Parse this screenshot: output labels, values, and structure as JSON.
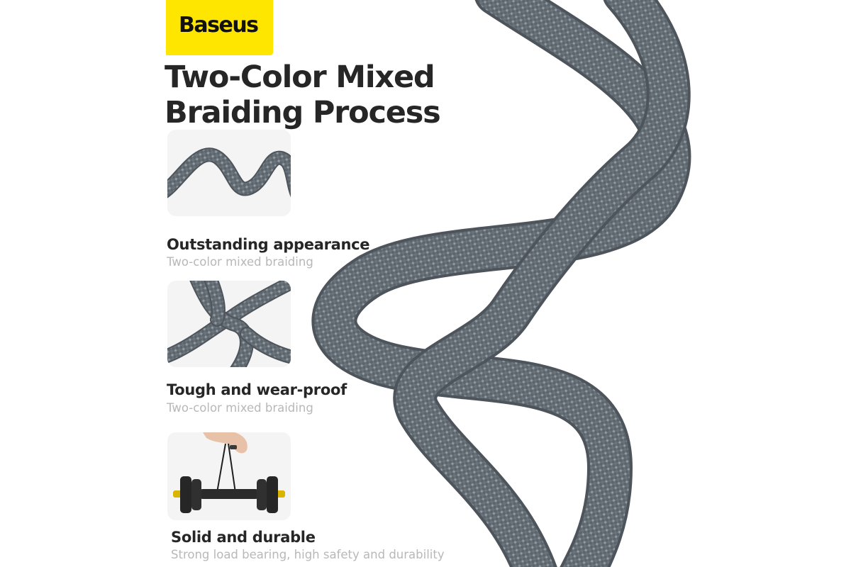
{
  "brand": {
    "logo_text": "Baseus",
    "accent_color": "#ffe600"
  },
  "headline": {
    "line1": "Two-Color Mixed",
    "line2": "Braiding Process"
  },
  "features": [
    {
      "title": "Outstanding appearance",
      "subtitle": "Two-color mixed braiding",
      "image": "wavy-cable-icon"
    },
    {
      "title": "Tough and wear-proof",
      "subtitle": "Two-color mixed braiding",
      "image": "knotted-cable-icon"
    },
    {
      "title": "Solid and durable",
      "subtitle": "Strong load bearing, high safety and durability",
      "image": "dumbbell-lift-icon"
    }
  ],
  "hero": {
    "image": "braided-cable-icon",
    "cable_color": "#5f676f"
  }
}
